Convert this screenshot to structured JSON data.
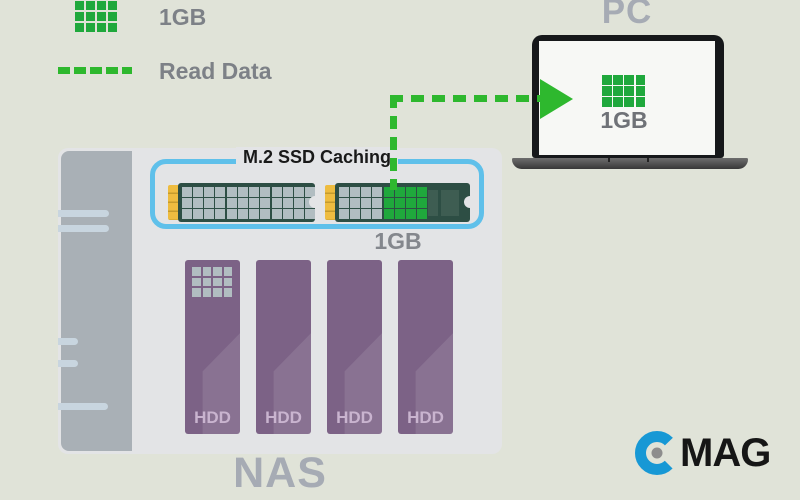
{
  "legend": {
    "cache_label": "1GB",
    "read_label": "Read Data"
  },
  "pc": {
    "label": "PC",
    "cache_label": "1GB"
  },
  "nas": {
    "label": "NAS",
    "m2_title": "M.2 SSD Caching",
    "cache_label": "1GB",
    "hdd_bays": [
      {
        "label": "HDD"
      },
      {
        "label": "HDD"
      },
      {
        "label": "HDD"
      },
      {
        "label": "HDD"
      }
    ]
  },
  "logo": {
    "text": "MAG"
  },
  "colors": {
    "data-block-green": "#1fa83c",
    "read-data-dash": "#2eb82e",
    "m2-box-border": "#5fc0ea",
    "ssd-pcb": "#2d4e44",
    "hdd-bay": "#7c6286",
    "logo-blue": "#1798d5",
    "background": "#e0e3d8"
  }
}
